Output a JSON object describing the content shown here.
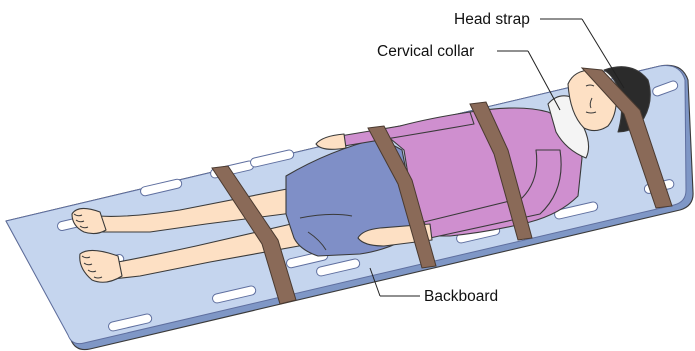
{
  "labels": {
    "head_strap": "Head strap",
    "cervical_collar": "Cervical collar",
    "backboard": "Backboard"
  },
  "colors": {
    "board": "#c5d5ee",
    "board_edge": "#7f97c6",
    "slot": "#ffffff",
    "strap": "#8a6a58",
    "shirt": "#cf8fcf",
    "shorts": "#7f8fc7",
    "skin": "#fde0c4",
    "hair": "#2b2b2b",
    "collar": "#f4f4f4"
  }
}
